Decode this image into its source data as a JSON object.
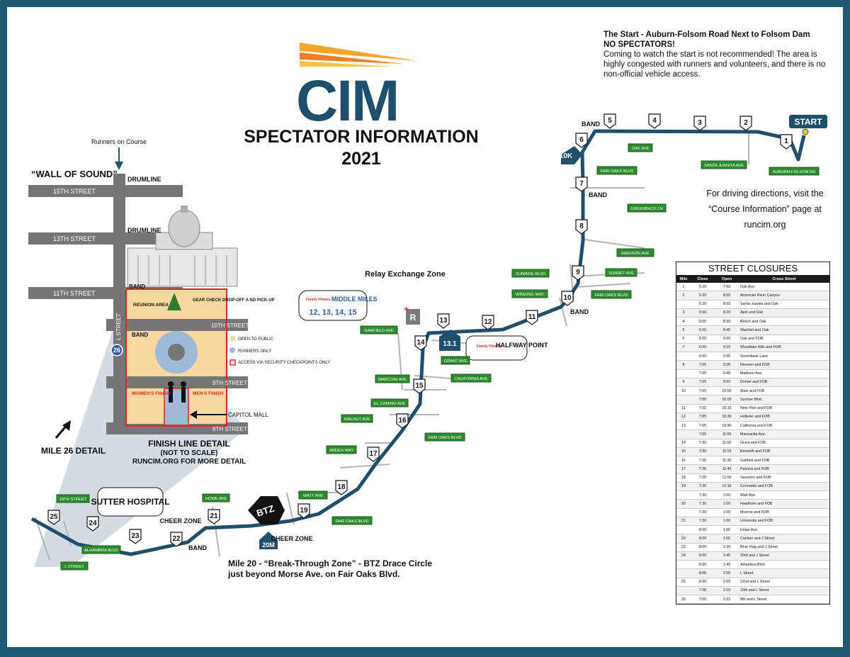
{
  "logo": {
    "text": "CIM"
  },
  "title": {
    "line1": "SPECTATOR INFORMATION",
    "line2": "2021"
  },
  "start_info": {
    "heading": "The Start - Auburn-Folsom Road Next to Folsom Dam",
    "subheading": "NO SPECTATORS!",
    "body": "Coming to watch the start is not recommended! The area is highly congested with runners and volunteers, and there is no non-official vehicle access."
  },
  "driving": {
    "text": "For driving directions, visit the “Course Information” page at runcim.org"
  },
  "mile20_note": {
    "text": "Mile 20 - “Break-Through Zone” - BTZ Drace Circle just beyond Morse Ave. on Fair Oaks Blvd."
  },
  "finish_detail": {
    "runners_on_course": "Runners on Course",
    "wall_of_sound": "“WALL OF SOUND”",
    "street_15": "15TH STREET",
    "street_13": "13TH STREET",
    "street_11": "11TH STREET",
    "street_10": "10TH STREET",
    "street_9": "9TH STREET",
    "street_8": "8TH STREET",
    "l_street": "L STREET",
    "drumline_1": "DRUMLINE",
    "drumline_2": "DRUMLINE",
    "band_1": "BAND",
    "band_2": "BAND",
    "reunion": "REUNION AREA",
    "gear_check": "GEAR CHECK DROP-OFF A ND PICK-UP",
    "womens_finish": "WOMEN'S FINISH",
    "mens_finish": "MEN'S FINISH",
    "capitol_mall": "CAPITOL MALL",
    "mile_marker": "26",
    "title": "FINISH LINE DETAIL",
    "subtitle": "(NOT TO SCALE)",
    "more": "RUNCIM.ORG FOR MORE DETAIL",
    "mile26_label": "MILE 26 DETAIL"
  },
  "legend": [
    {
      "label": "OPEN TO PUBLIC",
      "color": "#f9d7a0"
    },
    {
      "label": "RUNNERS ONLY",
      "color": "#9fb9d8"
    },
    {
      "label": "ACCESS VIA SECURITY CHECKPOINTS ONLY",
      "color": "#d62a2a"
    }
  ],
  "zones": {
    "start": "START",
    "tenk": "10K",
    "half_marker": "13.1",
    "halfway": "HALFWAY POINT",
    "relay": "Relay Exchange Zone",
    "relay_letter": "R",
    "middle_miles": "MIDDLE MILES",
    "middle_miles_range": "12, 13, 14, 15",
    "ff_logo": "Family Fitness",
    "btz": "BTZ",
    "twenty": "20M",
    "sutter": "SUTTER HOSPITAL",
    "cheer_1": "CHEER ZONE",
    "cheer_2": "CHEER ZONE",
    "band_1": "BAND",
    "band_2": "BAND",
    "band_3": "BAND",
    "band_4": "BAND"
  },
  "mile_markers": [
    "1",
    "2",
    "3",
    "4",
    "5",
    "6",
    "7",
    "8",
    "9",
    "10",
    "11",
    "12",
    "13",
    "14",
    "15",
    "16",
    "17",
    "18",
    "19",
    "21",
    "22",
    "23",
    "24",
    "25"
  ],
  "street_signs": {
    "auburn": "AUBURN-FOLSOM RD",
    "santa_juanita": "SANTA JUANITA AVE",
    "oak": "OAK AVE",
    "fair_oaks_1": "FAIR OAKS BLVD",
    "greenback": "GREENBACK LN",
    "madison": "MADISON AVE",
    "sunset": "SUNSET AVE",
    "fair_oaks_2": "FAIR OAKS BLVD",
    "sunrise": "SUNRISE BLVD",
    "winding": "WINDING WAY",
    "garfield": "GARFIELD AVE",
    "grant": "GRANT AVE",
    "california": "CALIFORNIA AVE",
    "marconi": "MARCONI AVE",
    "el_camino": "EL CAMINO AVE",
    "walnut": "WALNUT AVE",
    "fair_oaks_3": "FAIR OAKS BLVD",
    "arden": "ARDEN WAY",
    "watt": "WATT AVE",
    "fair_oaks_4": "FAIR OAKS BLVD",
    "howe": "HOWE AVE",
    "nineteenth": "19TH STREET",
    "alhambra": "ALHAMBRA BLVD",
    "l_street": "L STREET"
  },
  "street_closures": {
    "title": "STREET CLOSURES",
    "columns": [
      "Mile",
      "Close",
      "Open",
      "Cross Street"
    ],
    "rows": [
      [
        "1",
        "5:20",
        "7:50",
        "Oak Ave."
      ],
      [
        "2",
        "5:20",
        "8:05",
        "American River Canyon"
      ],
      [
        "",
        "5:20",
        "8:05",
        "Santa Juanita and Oak"
      ],
      [
        "3",
        "6:50",
        "8:20",
        "April and Oak"
      ],
      [
        "4",
        "6:50",
        "8:30",
        "Beech and Oak"
      ],
      [
        "5",
        "6:50",
        "8:45",
        "Wachtel and Oak"
      ],
      [
        "6",
        "6:50",
        "9:00",
        "Oak and FOB"
      ],
      [
        "7",
        "6:50",
        "9:15",
        "Woodlake Hills and FOB"
      ],
      [
        "",
        "6:50",
        "9:30",
        "Greenback Lane"
      ],
      [
        "8",
        "7:05",
        "9:30",
        "Niessen and FOB"
      ],
      [
        "",
        "7:05",
        "9:40",
        "Madison Ave."
      ],
      [
        "9",
        "7:05",
        "9:50",
        "Dorian and FOB"
      ],
      [
        "10",
        "7:05",
        "10:00",
        "Main and FOB"
      ],
      [
        "",
        "7:05",
        "10:05",
        "Sunrise Blvd."
      ],
      [
        "11",
        "7:05",
        "10:15",
        "New York and FOB"
      ],
      [
        "12",
        "7:05",
        "10:30",
        "Hollister and FOB"
      ],
      [
        "13",
        "7:05",
        "10:45",
        "California and FOB"
      ],
      [
        "",
        "7:05",
        "11:00",
        "Manzanita Ave."
      ],
      [
        "14",
        "7:30",
        "11:00",
        "Grant and FOB"
      ],
      [
        "15",
        "7:30",
        "11:15",
        "Kenneth and FOB"
      ],
      [
        "16",
        "7:30",
        "11:30",
        "Garfield and FOB"
      ],
      [
        "17",
        "7:30",
        "11:45",
        "Paloma and FOB"
      ],
      [
        "18",
        "7:30",
        "12:00",
        "Saverien and FOB"
      ],
      [
        "19",
        "7:30",
        "12:15",
        "Coronado and FOB"
      ],
      [
        "",
        "7:30",
        "1:00",
        "Watt Ave."
      ],
      [
        "20",
        "7:30",
        "1:00",
        "Hawthorn and FOB"
      ],
      [
        "",
        "7:30",
        "1:00",
        "Munroe and FOB"
      ],
      [
        "21",
        "7:30",
        "1:00",
        "University and FOB"
      ],
      [
        "",
        "8:00",
        "1:00",
        "Howe Ave."
      ],
      [
        "22",
        "8:00",
        "1:00",
        "Carlson and J Street"
      ],
      [
        "23",
        "8:00",
        "1:30",
        "Bear Flag and J Street"
      ],
      [
        "24",
        "8:00",
        "1:45",
        "33rd and J Street"
      ],
      [
        "",
        "8:00",
        "1:45",
        "Alhambra Blvd."
      ],
      [
        "",
        "8:00",
        "2:00",
        "L Street"
      ],
      [
        "25",
        "8:00",
        "2:05",
        "22nd and L Street"
      ],
      [
        "",
        "7:00",
        "2:10",
        "15th and L Street"
      ],
      [
        "26",
        "7:00",
        "2:15",
        "8th and L Street"
      ]
    ]
  }
}
